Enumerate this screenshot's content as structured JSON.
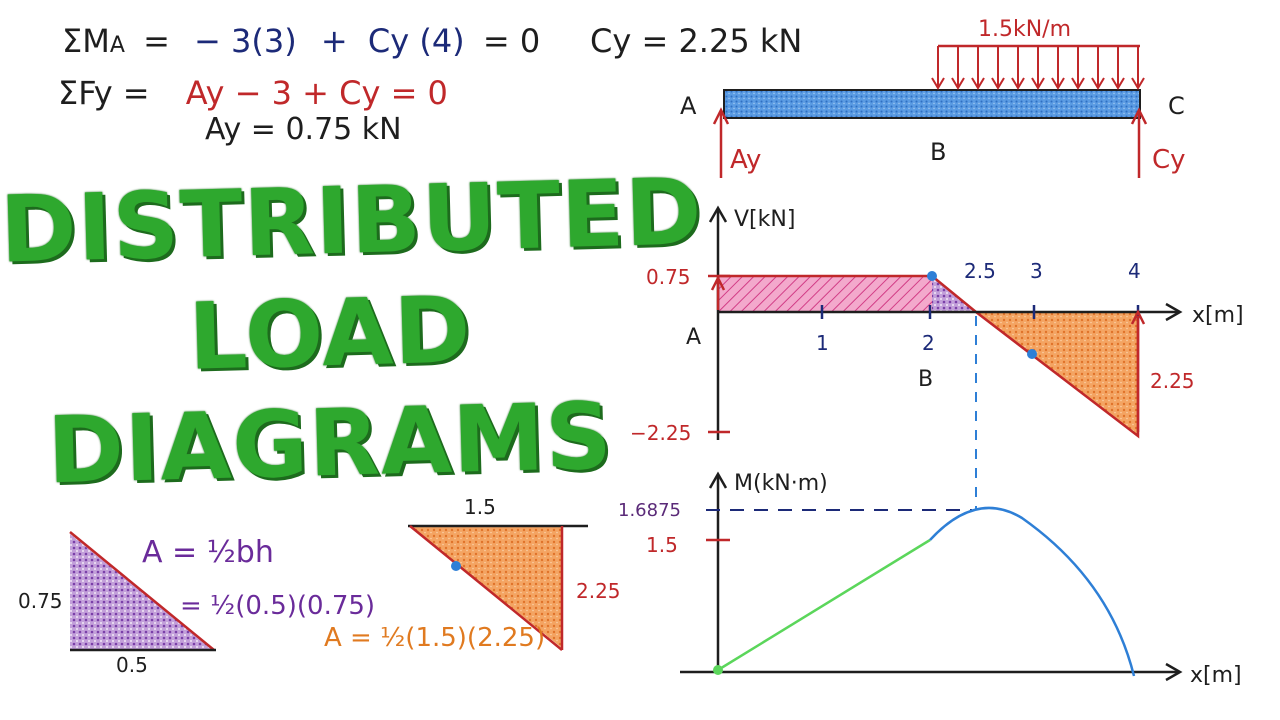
{
  "equations": {
    "sum_moment_label": "ΣM",
    "sum_moment_sub": "A",
    "sum_moment_eq": "=",
    "sum_moment_term1": "− 3(3)",
    "sum_moment_plus": "+",
    "sum_moment_term2": "Cy (4)",
    "sum_moment_rhs": "= 0",
    "cy_result": "Cy  =  2.25 kN",
    "sum_fy_label": "ΣFy  =",
    "sum_fy_terms": "Ay  − 3  + Cy  = 0",
    "ay_result": "Ay  =  0.75 kN"
  },
  "title": {
    "line1": "DISTRIBUTED",
    "line2": "LOAD",
    "line3": "DIAGRAMS"
  },
  "beam": {
    "load_label": "1.5kN/m",
    "point_a": "A",
    "point_b": "B",
    "point_c": "C",
    "reaction_a": "Ay",
    "reaction_c": "Cy"
  },
  "shear_diagram": {
    "y_axis_label": "V[kN]",
    "x_axis_label": "x[m]",
    "y_tick_top": "0.75",
    "y_tick_bottom": "−2.25",
    "x_ticks": [
      "1",
      "2",
      "2.5",
      "3",
      "4"
    ],
    "label_a": "A",
    "label_b": "B",
    "value_right": "2.25"
  },
  "moment_diagram": {
    "y_axis_label": "M(kN·m)",
    "x_axis_label": "x[m]",
    "y_tick_max": "1.6875",
    "y_tick_mid": "1.5"
  },
  "triangle_small": {
    "side_label": "0.75",
    "base_label": "0.5",
    "area_line1": "A = ½bh",
    "area_line2": "= ½(0.5)(0.75)"
  },
  "triangle_large": {
    "top_label": "1.5",
    "side_label": "2.25",
    "area_formula": "A = ½(1.5)(2.25)"
  },
  "colors": {
    "green_title": "#2ea82e",
    "navy": "#1c2a78",
    "red": "#c0282a",
    "blue_beam": "#3f86d8",
    "pink_fill": "#e86aa6",
    "purple_fill": "#8a4bb0",
    "orange_fill": "#f08a3c",
    "green_line": "#5bd65b",
    "blue_curve": "#2e7fd6"
  }
}
